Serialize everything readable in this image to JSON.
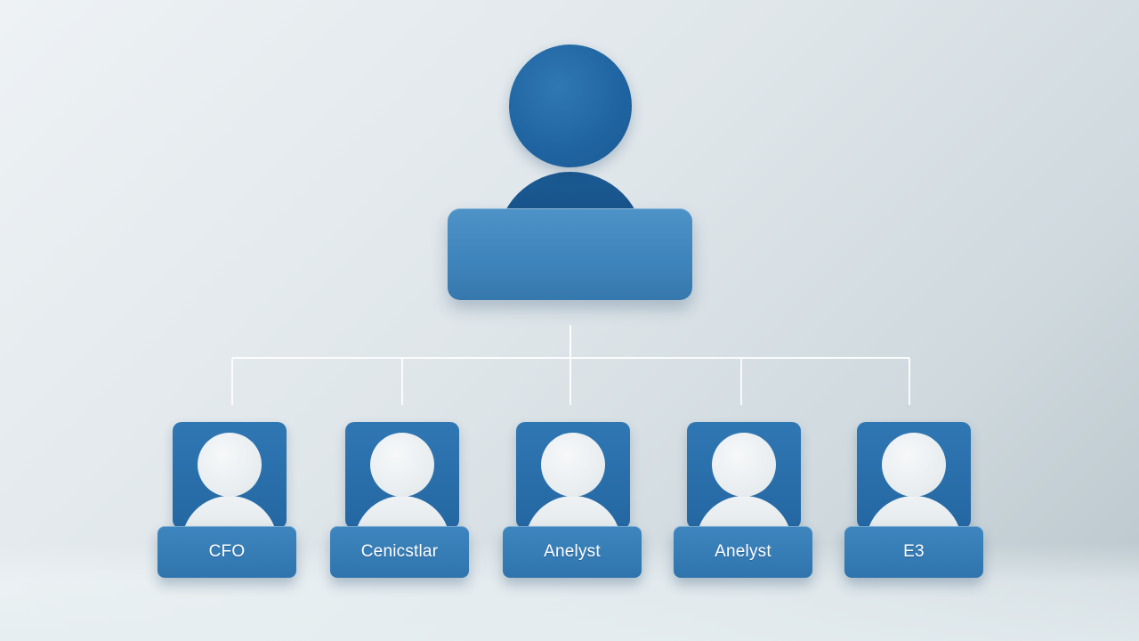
{
  "colors": {
    "primary": "#2467a2",
    "accent": "#3e86bf",
    "head_light": "#e7ecef",
    "connector": "#ffffff"
  },
  "root": {
    "icon": "person-icon"
  },
  "children": [
    {
      "label": "CFO",
      "icon": "person-icon"
    },
    {
      "label": "Cenicstlar",
      "icon": "person-icon"
    },
    {
      "label": "Anelyst",
      "icon": "person-icon"
    },
    {
      "label": "Anelyst",
      "icon": "person-icon"
    },
    {
      "label": "E3",
      "icon": "person-icon"
    }
  ]
}
